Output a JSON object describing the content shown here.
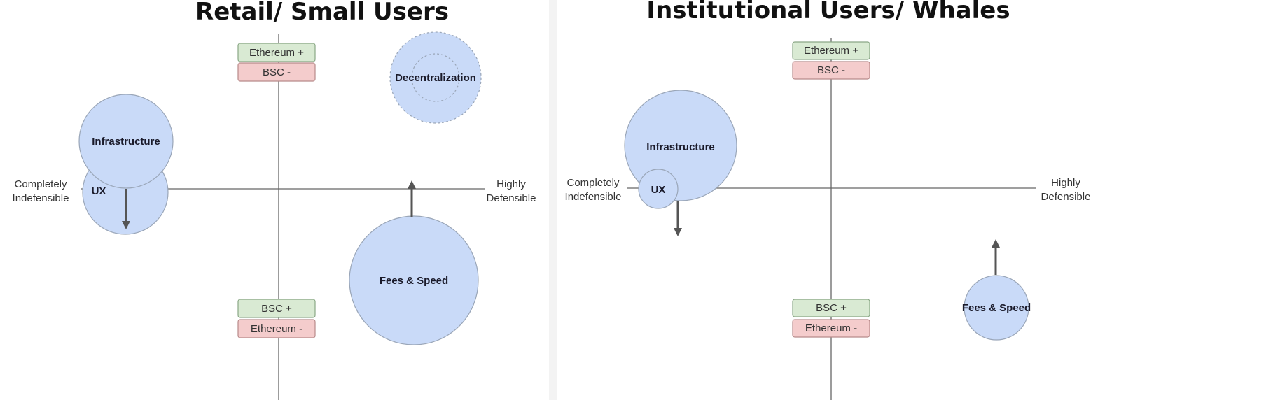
{
  "panels": [
    {
      "title": "Retail/ Small Users",
      "axis_left": [
        "Completely",
        "Indefensible"
      ],
      "axis_right": [
        "Highly",
        "Defensible"
      ],
      "top_labels": [
        "Ethereum +",
        "BSC -"
      ],
      "bottom_labels": [
        "BSC +",
        "Ethereum -"
      ],
      "bubbles": {
        "decentralization": "Decentralization",
        "infrastructure": "Infrastructure",
        "ux": "UX",
        "fees": "Fees & Speed"
      }
    },
    {
      "title": "Institutional Users/ Whales",
      "axis_left": [
        "Completely",
        "Indefensible"
      ],
      "axis_right": [
        "Highly",
        "Defensible"
      ],
      "top_labels": [
        "Ethereum +",
        "BSC -"
      ],
      "bottom_labels": [
        "BSC +",
        "Ethereum -"
      ],
      "bubbles": {
        "infrastructure": "Infrastructure",
        "ux": "UX",
        "fees": "Fees & Speed"
      }
    }
  ],
  "colors": {
    "bubble": "#c9daf8",
    "positive": "#d9ead3",
    "negative": "#f4cccc"
  }
}
